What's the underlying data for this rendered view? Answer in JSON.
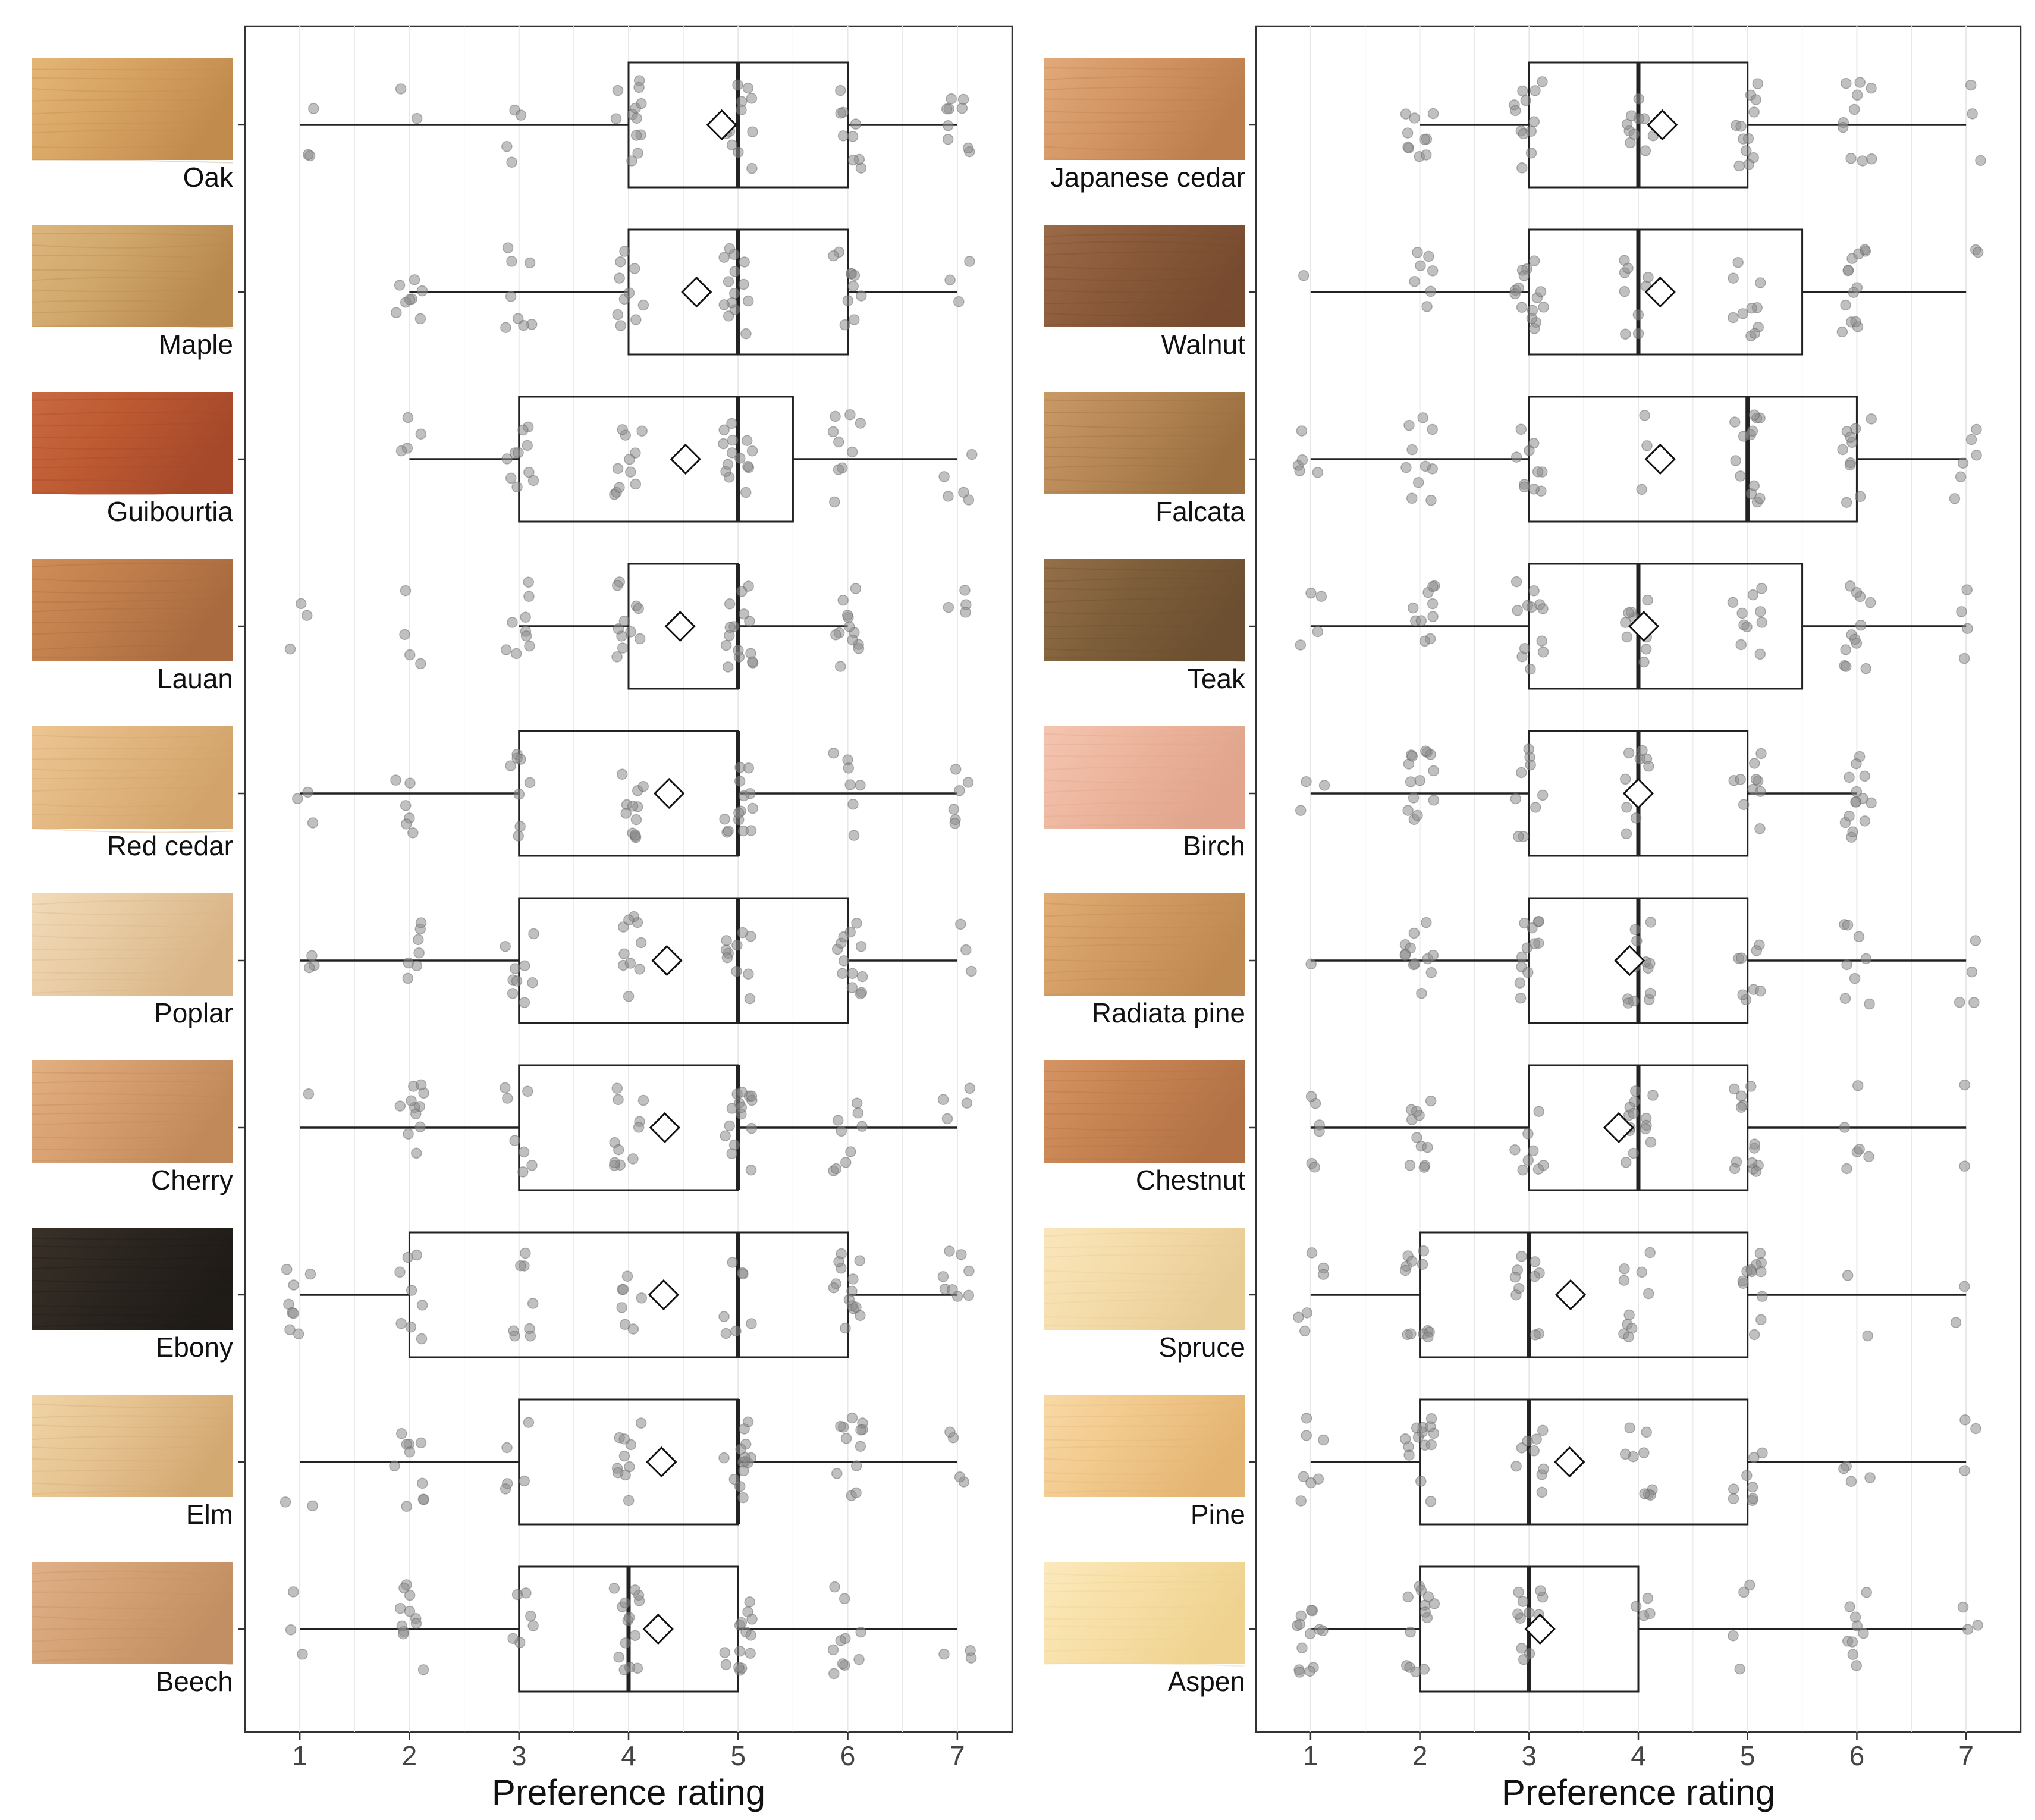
{
  "chart_data": [
    {
      "type": "boxplot",
      "xlabel": "Preference rating",
      "x_ticks": [
        1,
        2,
        3,
        4,
        5,
        6,
        7
      ],
      "xlim": [
        0.5,
        7.5
      ],
      "grid": true,
      "marker_mean": "diamond",
      "colors": {
        "box": "#222222",
        "point": "#8c8c8c",
        "grid": "#e8e8e8"
      },
      "categories": [
        {
          "name": "Oak",
          "swatch": [
            "#d7a463",
            "#c28b4e",
            "#e4b676"
          ],
          "whisker_low": 1,
          "q1": 4,
          "median": 5,
          "q3": 6,
          "whisker_high": 7,
          "mean": 4.85,
          "counts": [
            3,
            2,
            4,
            12,
            11,
            9,
            9
          ]
        },
        {
          "name": "Maple",
          "swatch": [
            "#d0a66b",
            "#b8894f",
            "#dcb67d"
          ],
          "whisker_low": 2,
          "q1": 4,
          "median": 5,
          "q3": 6,
          "whisker_high": 7,
          "mean": 4.62,
          "counts": [
            0,
            8,
            8,
            10,
            14,
            10,
            3
          ]
        },
        {
          "name": "Guibourtia",
          "swatch": [
            "#bd5a32",
            "#a5492a",
            "#c86a42"
          ],
          "whisker_low": 2,
          "q1": 3,
          "median": 5,
          "q3": 5.5,
          "whisker_high": 7,
          "mean": 4.52,
          "counts": [
            0,
            4,
            10,
            11,
            14,
            9,
            5
          ]
        },
        {
          "name": "Lauan",
          "swatch": [
            "#c07e4c",
            "#a86a3e",
            "#cf8d59"
          ],
          "whisker_low": 3,
          "q1": 4,
          "median": 5,
          "q3": 5,
          "whisker_high": 6,
          "mean": 4.47,
          "counts": [
            3,
            4,
            9,
            11,
            15,
            12,
            4
          ]
        },
        {
          "name": "Red cedar",
          "swatch": [
            "#e2b67f",
            "#d2a46c",
            "#ecc592"
          ],
          "whisker_low": 1,
          "q1": 3,
          "median": 5,
          "q3": 5,
          "whisker_high": 7,
          "mean": 4.37,
          "counts": [
            3,
            6,
            8,
            12,
            14,
            7,
            6
          ]
        },
        {
          "name": "Poplar",
          "swatch": [
            "#e8cba2",
            "#d9b487",
            "#f1dbba"
          ],
          "whisker_low": 1,
          "q1": 3,
          "median": 5,
          "q3": 6,
          "whisker_high": 7,
          "mean": 4.35,
          "counts": [
            3,
            7,
            9,
            10,
            10,
            13,
            3
          ]
        },
        {
          "name": "Cherry",
          "swatch": [
            "#d69e6e",
            "#c1885a",
            "#e2b081"
          ],
          "whisker_low": 1,
          "q1": 3,
          "median": 5,
          "q3": 5,
          "whisker_high": 7,
          "mean": 4.33,
          "counts": [
            1,
            11,
            7,
            11,
            15,
            9,
            4
          ]
        },
        {
          "name": "Ebony",
          "swatch": [
            "#2c2620",
            "#1f1b16",
            "#3a3128"
          ],
          "whisker_low": 1,
          "q1": 2,
          "median": 5,
          "q3": 6,
          "whisker_high": 7,
          "mean": 4.32,
          "counts": [
            8,
            8,
            8,
            7,
            7,
            14,
            8
          ]
        },
        {
          "name": "Elm",
          "swatch": [
            "#e6c391",
            "#d3a972",
            "#f0d4a6"
          ],
          "whisker_low": 1,
          "q1": 3,
          "median": 5,
          "q3": 5,
          "whisker_high": 7,
          "mean": 4.3,
          "counts": [
            2,
            10,
            5,
            10,
            14,
            12,
            4
          ]
        },
        {
          "name": "Beech",
          "swatch": [
            "#d4a175",
            "#c28e63",
            "#e0b087"
          ],
          "whisker_low": 1,
          "q1": 3,
          "median": 4,
          "q3": 5,
          "whisker_high": 7,
          "mean": 4.27,
          "counts": [
            3,
            11,
            6,
            14,
            14,
            10,
            3
          ]
        }
      ]
    },
    {
      "type": "boxplot",
      "xlabel": "Preference rating",
      "x_ticks": [
        1,
        2,
        3,
        4,
        5,
        6,
        7
      ],
      "xlim": [
        0.5,
        7.5
      ],
      "grid": true,
      "marker_mean": "diamond",
      "colors": {
        "box": "#222222",
        "point": "#8c8c8c",
        "grid": "#e8e8e8"
      },
      "categories": [
        {
          "name": "Japanese cedar",
          "swatch": [
            "#d39664",
            "#bd7e4e",
            "#e2a97a"
          ],
          "whisker_low": 2,
          "q1": 3,
          "median": 4,
          "q3": 5,
          "whisker_high": 7,
          "mean": 4.22,
          "counts": [
            0,
            10,
            12,
            10,
            12,
            10,
            3
          ]
        },
        {
          "name": "Walnut",
          "swatch": [
            "#8a5a3a",
            "#774b2f",
            "#9b6a47"
          ],
          "whisker_low": 1,
          "q1": 3,
          "median": 4,
          "q3": 5.5,
          "whisker_high": 7,
          "mean": 4.2,
          "counts": [
            1,
            7,
            15,
            9,
            10,
            13,
            2
          ]
        },
        {
          "name": "Falcata",
          "swatch": [
            "#b78856",
            "#9b6f40",
            "#c99a66"
          ],
          "whisker_low": 1,
          "q1": 3,
          "median": 5,
          "q3": 6,
          "whisker_high": 7,
          "mean": 4.2,
          "counts": [
            5,
            10,
            10,
            3,
            13,
            10,
            6
          ]
        },
        {
          "name": "Teak",
          "swatch": [
            "#7f5f3b",
            "#6b4f30",
            "#957048"
          ],
          "whisker_low": 1,
          "q1": 3,
          "median": 4,
          "q3": 5.5,
          "whisker_high": 7,
          "mean": 4.05,
          "counts": [
            4,
            10,
            12,
            9,
            10,
            12,
            4
          ]
        },
        {
          "name": "Birch",
          "swatch": [
            "#edb59d",
            "#e0a58c",
            "#f4c5b0"
          ],
          "whisker_low": 1,
          "q1": 3,
          "median": 4,
          "q3": 5,
          "whisker_high": 6,
          "mean": 4.0,
          "counts": [
            3,
            14,
            9,
            10,
            10,
            14,
            0
          ]
        },
        {
          "name": "Radiata pine",
          "swatch": [
            "#d19c63",
            "#bf8a52",
            "#e1ad74"
          ],
          "whisker_low": 1,
          "q1": 3,
          "median": 4,
          "q3": 5,
          "whisker_high": 7,
          "mean": 3.92,
          "counts": [
            1,
            12,
            12,
            13,
            8,
            8,
            4
          ]
        },
        {
          "name": "Chestnut",
          "swatch": [
            "#c68352",
            "#b27245",
            "#d59463"
          ],
          "whisker_low": 1,
          "q1": 3,
          "median": 4,
          "q3": 5,
          "whisker_high": 7,
          "mean": 3.82,
          "counts": [
            6,
            11,
            8,
            14,
            13,
            6,
            2
          ]
        },
        {
          "name": "Spruce",
          "swatch": [
            "#f4dcaa",
            "#e8cc96",
            "#fae6bc"
          ],
          "whisker_low": 1,
          "q1": 2,
          "median": 3,
          "q3": 5,
          "whisker_high": 7,
          "mean": 3.38,
          "counts": [
            6,
            12,
            10,
            10,
            12,
            2,
            2
          ]
        },
        {
          "name": "Pine",
          "swatch": [
            "#f1c98c",
            "#e4b472",
            "#f8d9a6"
          ],
          "whisker_low": 1,
          "q1": 2,
          "median": 3,
          "q3": 5,
          "whisker_high": 7,
          "mean": 3.37,
          "counts": [
            7,
            14,
            9,
            9,
            8,
            4,
            3
          ]
        },
        {
          "name": "Aspen",
          "swatch": [
            "#f7dfa6",
            "#efd290",
            "#fbe9bd"
          ],
          "whisker_low": 1,
          "q1": 2,
          "median": 3,
          "q3": 4,
          "whisker_high": 7,
          "mean": 3.1,
          "counts": [
            13,
            13,
            11,
            4,
            4,
            9,
            3
          ]
        }
      ]
    }
  ]
}
